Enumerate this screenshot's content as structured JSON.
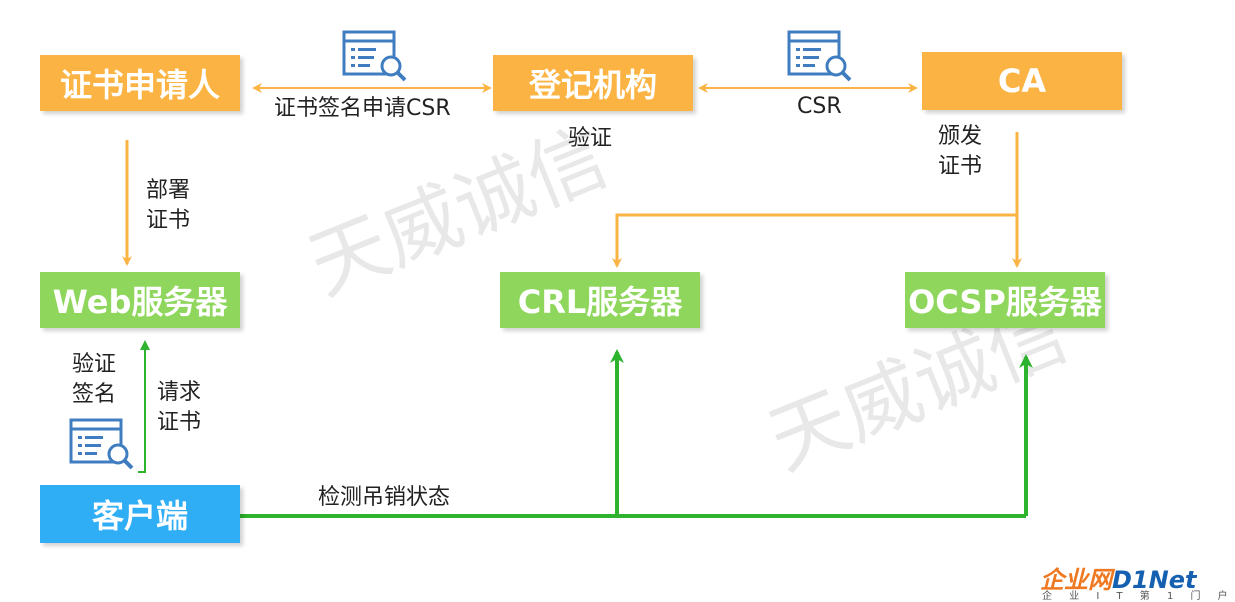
{
  "nodes": {
    "applicant": "证书申请人",
    "ra": "登记机构",
    "ca": "CA",
    "web": "Web服务器",
    "crl": "CRL服务器",
    "ocsp": "OCSP服务器",
    "client": "客户端"
  },
  "labels": {
    "csr_request": "证书签名申请CSR",
    "csr": "CSR",
    "verify": "验证",
    "issue_line1": "颁发",
    "issue_line2": "证书",
    "deploy_line1": "部署",
    "deploy_line2": "证书",
    "verify_sign_line1": "验证",
    "verify_sign_line2": "签名",
    "request_cert_line1": "请求",
    "request_cert_line2": "证书",
    "check_revocation": "检测吊销状态"
  },
  "watermark": "天威诚信",
  "logo": {
    "brand": "企业网",
    "mark": "D1Net",
    "subtitle": "企 业 I T 第 1 门 户"
  },
  "colors": {
    "orange": "#FBB444",
    "green": "#8FD65C",
    "blue": "#2FAEF5",
    "arrow_orange": "#FBB444",
    "arrow_green": "#2DB32D"
  }
}
